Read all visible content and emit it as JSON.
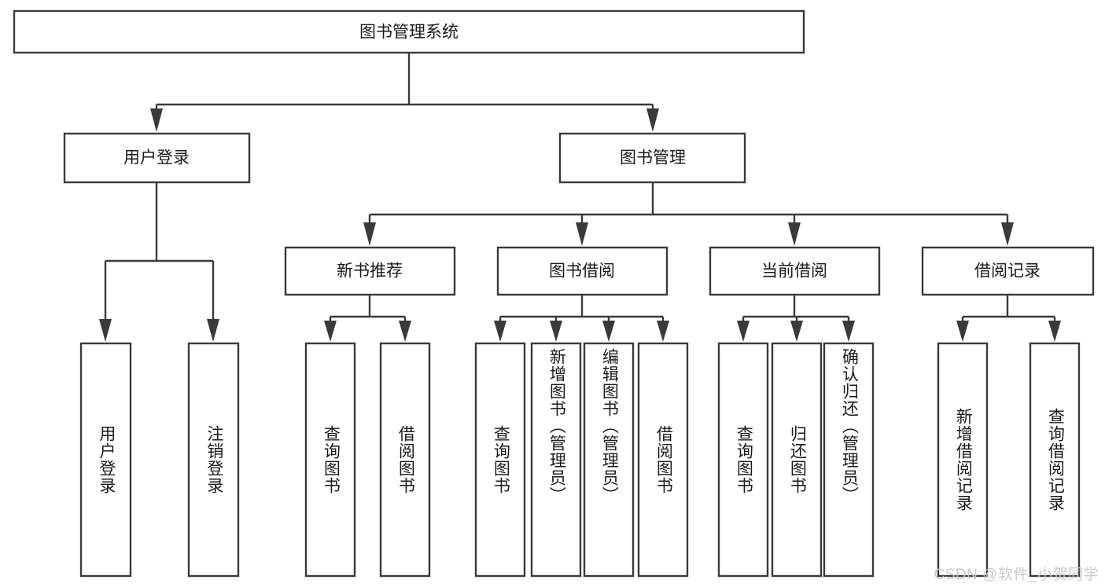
{
  "diagram": {
    "title": "图书管理系统",
    "type": "hierarchy-tree",
    "root": {
      "label": "图书管理系统",
      "children": [
        {
          "label": "用户登录",
          "children": [
            {
              "label": "用户登录"
            },
            {
              "label": "注销登录"
            }
          ]
        },
        {
          "label": "图书管理",
          "children": [
            {
              "label": "新书推荐",
              "children": [
                {
                  "label": "查询图书"
                },
                {
                  "label": "借阅图书"
                }
              ]
            },
            {
              "label": "图书借阅",
              "children": [
                {
                  "label": "查询图书"
                },
                {
                  "label": "新增图书（管理员）"
                },
                {
                  "label": "编辑图书（管理员）"
                },
                {
                  "label": "借阅图书"
                }
              ]
            },
            {
              "label": "当前借阅",
              "children": [
                {
                  "label": "查询图书"
                },
                {
                  "label": "归还图书"
                },
                {
                  "label": "确认归还（管理员）"
                }
              ]
            },
            {
              "label": "借阅记录",
              "children": [
                {
                  "label": "新增借阅记录"
                },
                {
                  "label": "查询借阅记录"
                }
              ]
            }
          ]
        }
      ]
    },
    "nodes": {
      "root": "图书管理系统",
      "l2_user_login": "用户登录",
      "l2_book_mgmt": "图书管理",
      "l3_new_book": "新书推荐",
      "l3_borrow": "图书借阅",
      "l3_current": "当前借阅",
      "l3_record": "借阅记录",
      "leaf_user_login": "用户登录",
      "leaf_logout": "注销登录",
      "leaf_query_book_1": "查询图书",
      "leaf_borrow_book_1": "借阅图书",
      "leaf_query_book_2": "查询图书",
      "leaf_add_book": "新增图书（管理员）",
      "leaf_edit_book": "编辑图书（管理员）",
      "leaf_borrow_book_2": "借阅图书",
      "leaf_query_book_3": "查询图书",
      "leaf_return_book": "归还图书",
      "leaf_confirm_return": "确认归还（管理员）",
      "leaf_add_record": "新增借阅记录",
      "leaf_query_record": "查询借阅记录"
    },
    "colors": {
      "box_stroke": "#3a3a3a",
      "box_fill": "#ffffff",
      "text": "#1a1a1a",
      "background": "#ffffff",
      "watermark": "#c9c9c9"
    }
  },
  "watermark": {
    "text": "CSDN @软件_小贺同学"
  }
}
